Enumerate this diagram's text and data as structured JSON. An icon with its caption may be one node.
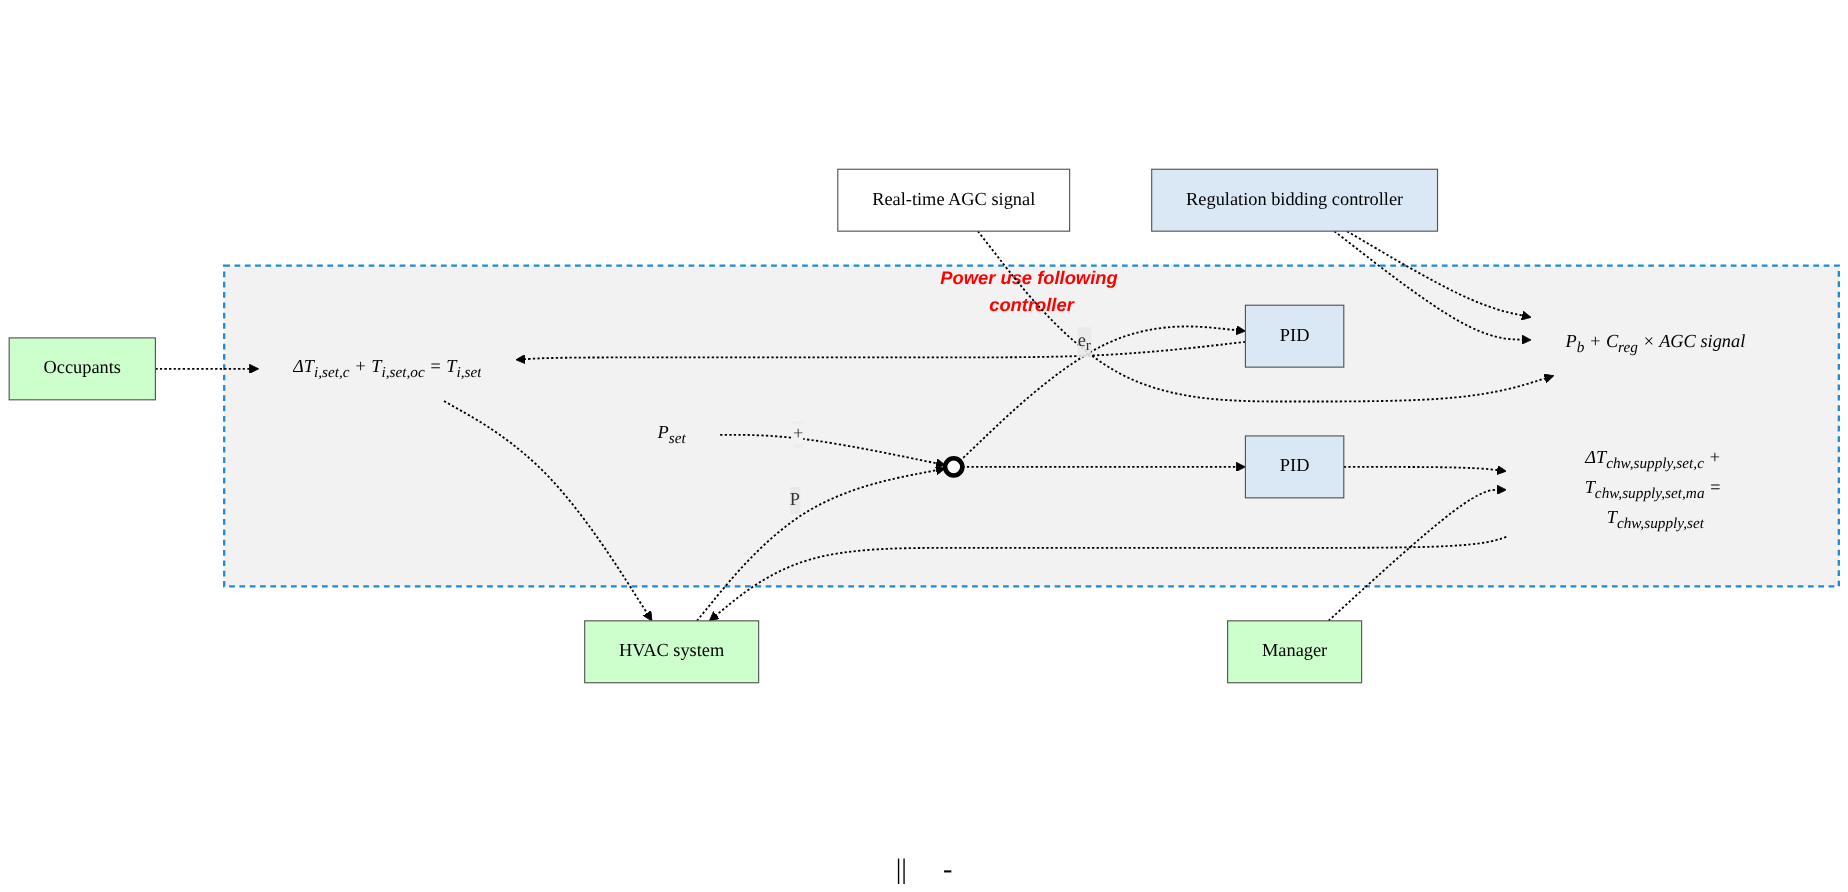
{
  "diagram": {
    "nodes": [
      {
        "text": [
          "Power use following controller"
        ]
      },
      {
        "text": [
          "P$_{set}$"
        ],
        "in": 0
      },
      {
        "text": [
          "P$_{b}$ + C$_{reg}$ × AGC signal"
        ],
        "in": 0
      },
      {
        "text": [],
        "shape": "circle",
        "in": 0
      },
      {
        "text": [
          "PID"
        ],
        "in": 0
      },
      {
        "text": [
          "PID"
        ],
        "in": 0
      },
      {
        "text": [
          "ΔT$_{i,set,c}$ + T$_{i,set,oc}$ = T$_{i,set}$"
        ],
        "in": 0
      },
      {
        "text": [
          "ΔT$_{chw,supply,set,c}$ + T$_{chw,supply,set,ma}$ = T$_{chw,supply,set}$"
        ],
        "in": 0
      },
      {
        "text": [
          "Occupants"
        ]
      },
      {
        "text": [
          "Regulation bidding controller"
        ]
      },
      {
        "text": [
          "Real-time AGC signal"
        ]
      },
      {
        "text": [
          "Manager"
        ]
      },
      {
        "text": [
          "HVAC system"
        ]
      }
    ],
    "edges": [
      {
        "from": 1,
        "to": 3,
        "arrow": "to",
        "label": "+",
        "style": "dashed"
      },
      {
        "from": 3,
        "to": 4,
        "arrow": "to",
        "label": "e$_{r}$",
        "style": "dashed"
      },
      {
        "from": 3,
        "to": 5,
        "arrow": "to",
        "style": "dashed"
      },
      {
        "from": 4,
        "to": 6,
        "arrow": "to",
        "style": "dashed"
      },
      {
        "from": 5,
        "to": 7,
        "arrow": "to",
        "style": "dashed"
      },
      {
        "from": 8,
        "to": 6,
        "arrow": "to",
        "style": "dashed"
      },
      {
        "from": 9,
        "to": 2,
        "arrow": "to",
        "style": "dashed"
      },
      {
        "from": 9,
        "to": 2,
        "arrow": "to",
        "style": "dashed"
      },
      {
        "from": 10,
        "to": 2,
        "arrow": "to",
        "style": "dashed"
      },
      {
        "from": 11,
        "to": 7,
        "arrow": "to",
        "style": "dashed"
      },
      {
        "from": 6,
        "to": 12,
        "arrow": "to",
        "style": "dashed"
      },
      {
        "from": 7,
        "to": 12,
        "arrow": "to",
        "style": "dashed"
      },
      {
        "from": 12,
        "to": 3,
        "arrow": "to",
        "label": "P",
        "style": "dashed"
      }
    ],
    "labels": [
      "||",
      "-"
    ]
  }
}
